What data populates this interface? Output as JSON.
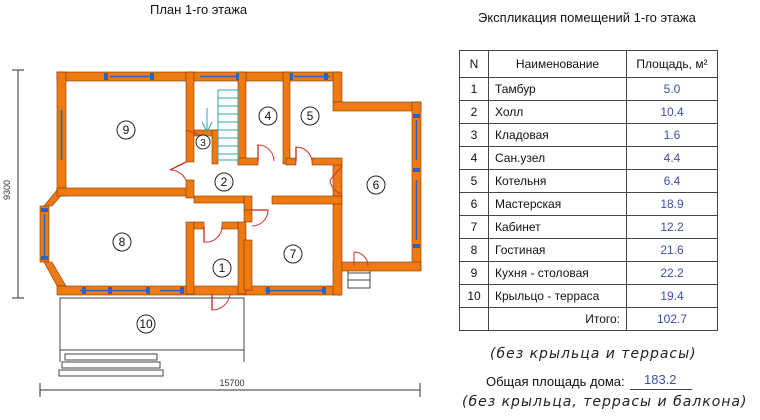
{
  "plan": {
    "title": "План 1-го этажа",
    "dim_height": "9300",
    "dim_width": "15700",
    "room_numbers": [
      "1",
      "2",
      "3",
      "4",
      "5",
      "6",
      "7",
      "8",
      "9",
      "10"
    ]
  },
  "explication": {
    "title": "Экспликация помещений 1-го этажа",
    "headers": {
      "n": "N",
      "name": "Наименование",
      "area": "Площадь, м²"
    },
    "rows": [
      {
        "n": "1",
        "name": "Тамбур",
        "area": "5.0"
      },
      {
        "n": "2",
        "name": "Холл",
        "area": "10.4"
      },
      {
        "n": "3",
        "name": "Кладовая",
        "area": "1.6"
      },
      {
        "n": "4",
        "name": "Сан.узел",
        "area": "4.4"
      },
      {
        "n": "5",
        "name": "Котельня",
        "area": "6.4"
      },
      {
        "n": "6",
        "name": "Мастерская",
        "area": "18.9"
      },
      {
        "n": "7",
        "name": "Кабинет",
        "area": "12.2"
      },
      {
        "n": "8",
        "name": "Гостиная",
        "area": "21.6"
      },
      {
        "n": "9",
        "name": "Кухня - столовая",
        "area": "22.2"
      },
      {
        "n": "10",
        "name": "Крыльцо - терраса",
        "area": "19.4"
      }
    ],
    "total_label": "Итого:",
    "total_value": "102.7",
    "note": "(без крыльца и террасы)"
  },
  "summary": {
    "label": "Общая площадь дома:",
    "value": "183.2",
    "note": "(без крыльца, террасы и балкона)"
  },
  "colors": {
    "wall": "#f07a12",
    "window": "#2a63c8",
    "door": "#d0342c",
    "stair": "#2aa8b0"
  }
}
